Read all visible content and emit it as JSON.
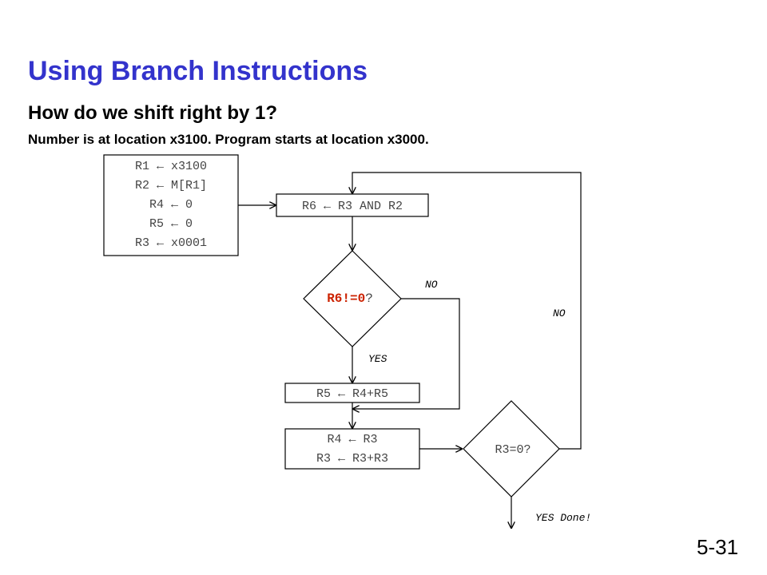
{
  "slide": {
    "title": "Using Branch Instructions",
    "subtitle": "How do we shift right by 1?",
    "note": "Number is at location x3100.  Program starts at location x3000.",
    "number": "5-31"
  },
  "flowchart": {
    "init": [
      "R1 ← x3100",
      "R2 ← M[R1]",
      "R4 ← 0",
      "R5 ← 0",
      "R3 ← x0001"
    ],
    "and_step": "R6 ← R3 AND R2",
    "decision1": {
      "highlight": "R6!=0",
      "suffix": "?",
      "highlight_color": "#cc2200"
    },
    "add_step": "R5 ← R4+R5",
    "shift_step": [
      "R4 ← R3",
      "R3 ← R3+R3"
    ],
    "decision2": "R3=0?",
    "labels": {
      "no1": "NO",
      "no2": "NO",
      "yes1": "YES",
      "done": "YES Done!"
    }
  }
}
